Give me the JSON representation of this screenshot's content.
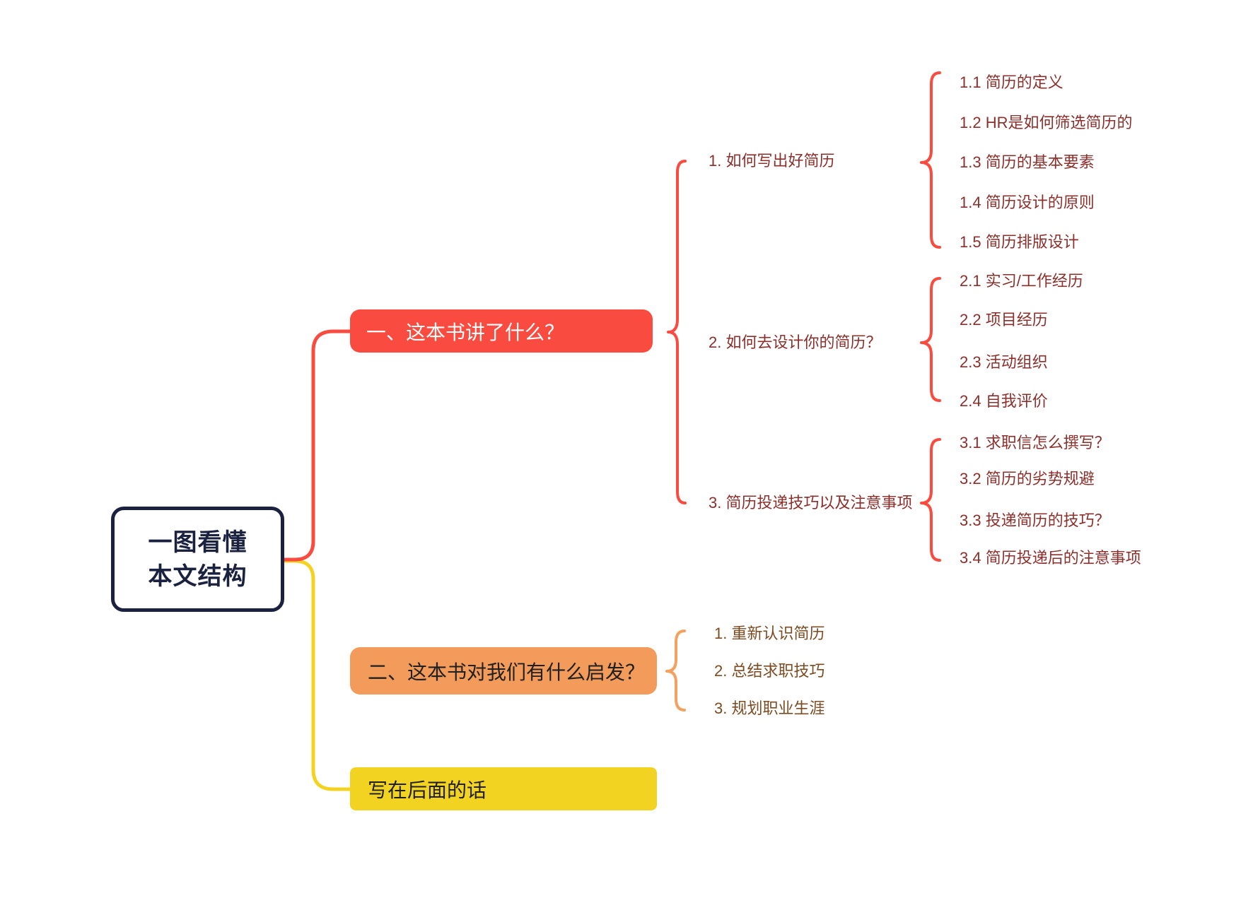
{
  "root": {
    "lines": [
      "一图看懂",
      "本文结构"
    ]
  },
  "branches": [
    {
      "title": "一、这本书讲了什么？",
      "color": "#F94B3F",
      "children": [
        {
          "label": "1. 如何写出好简历",
          "items": [
            "1.1 简历的定义",
            "1.2 HR是如何筛选简历的",
            "1.3 简历的基本要素",
            "1.4 简历设计的原则",
            "1.5 简历排版设计"
          ]
        },
        {
          "label": "2. 如何去设计你的简历？",
          "items": [
            "2.1 实习/工作经历",
            "2.2 项目经历",
            "2.3 活动组织",
            "2.4 自我评价"
          ]
        },
        {
          "label": "3. 简历投递技巧以及注意事项",
          "items": [
            "3.1 求职信怎么撰写？",
            "3.2 简历的劣势规避",
            "3.3 投递简历的技巧？",
            "3.4 简历投递后的注意事项"
          ]
        }
      ]
    },
    {
      "title": "二、这本书对我们有什么启发？",
      "color": "#F29B5A",
      "children": [
        {
          "label": "1. 重新认识简历"
        },
        {
          "label": "2. 总结求职技巧"
        },
        {
          "label": "3. 规划职业生涯"
        }
      ]
    },
    {
      "title": "写在后面的话",
      "color": "#F2D322",
      "children": []
    }
  ],
  "colors": {
    "branch1_red": "#F94B3F",
    "branch2_orange": "#F29B5A",
    "branch3_yellow": "#F2D322",
    "root_navy": "#1B2240",
    "level2_text_maroon": "#8C2F2B",
    "branch2_text_brown": "#7D4B22"
  }
}
